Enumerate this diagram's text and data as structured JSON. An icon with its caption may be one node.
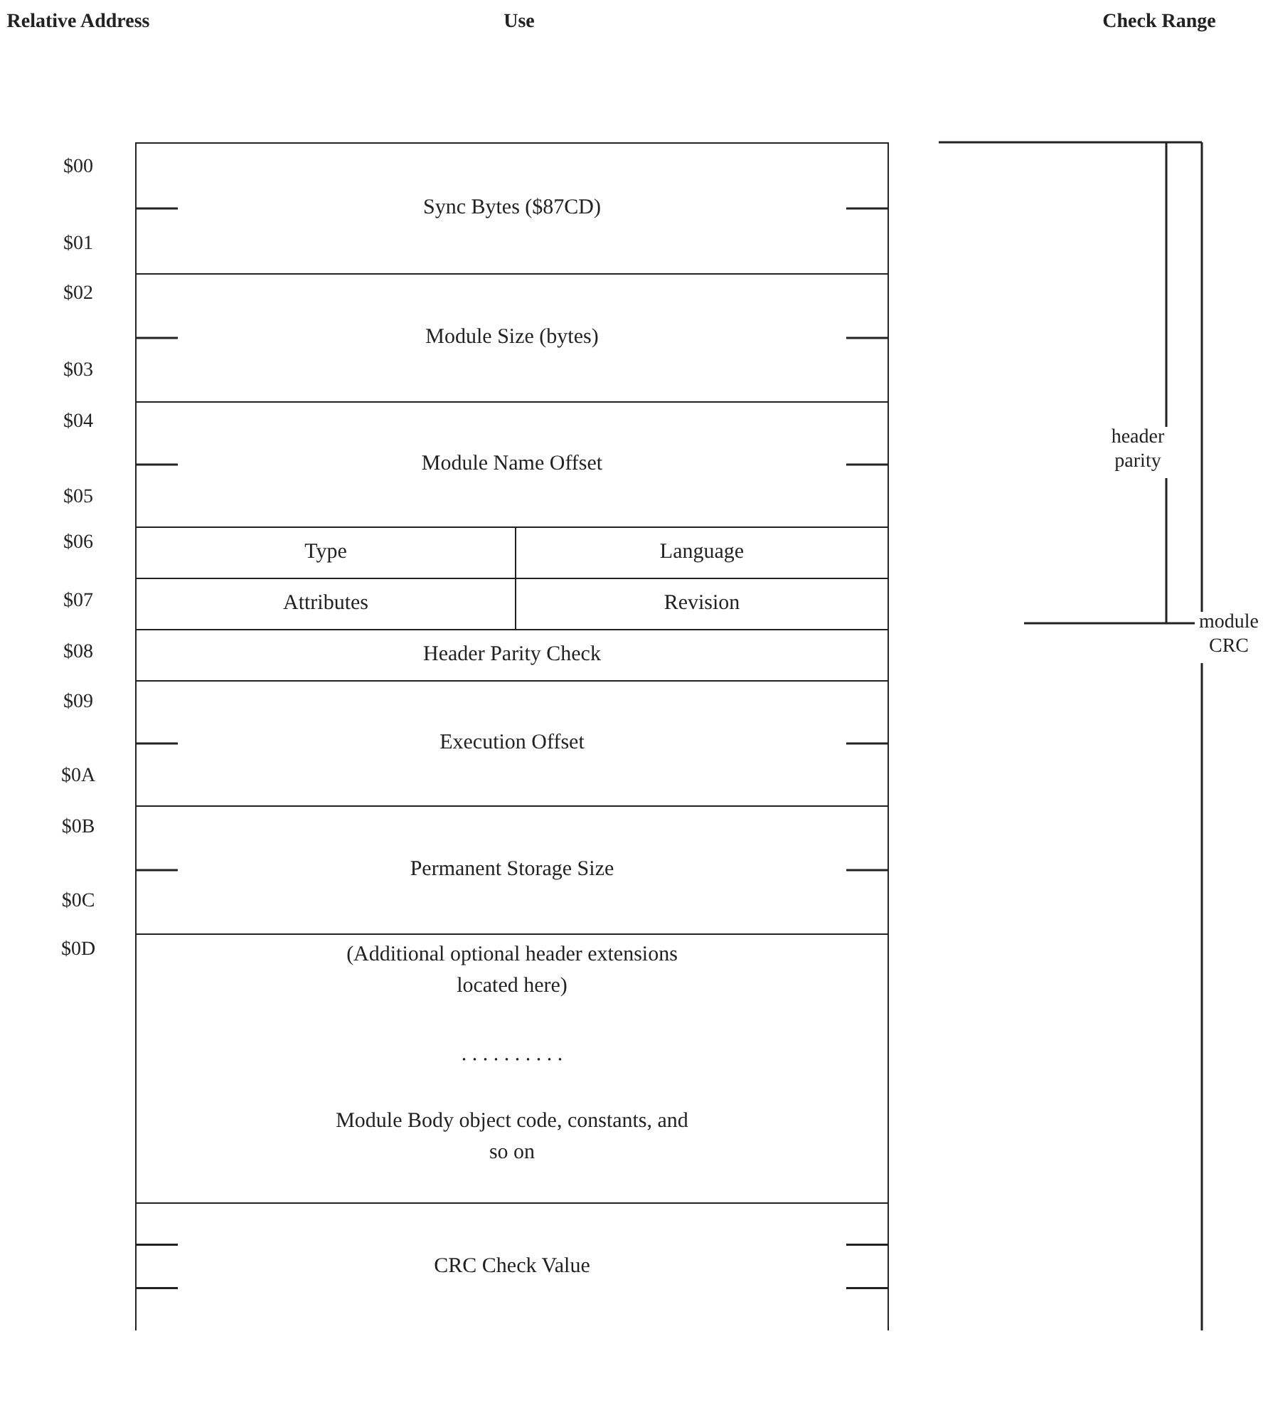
{
  "diagram": {
    "nodes": [
      {
        "text": [
          "Sync Bytes ($87CD)"
        ]
      },
      {
        "text": [
          "Module Size (bytes)"
        ]
      },
      {
        "text": [
          "Module Name Offset"
        ]
      },
      {
        "text": [
          "Type"
        ]
      },
      {
        "text": [
          "Language"
        ]
      },
      {
        "text": [
          "Attributes"
        ]
      },
      {
        "text": [
          "Revision"
        ]
      },
      {
        "text": [
          "Header Parity Check"
        ]
      },
      {
        "text": [
          "Execution Offset"
        ]
      },
      {
        "text": [
          "Permanent Storage Size"
        ]
      },
      {
        "text": [
          "(Additional optional header extensions located here)",
          ". . . . . . . . . .",
          "Module Body object code, constants, and so on"
        ]
      },
      {
        "text": [
          "CRC Check Value"
        ]
      }
    ],
    "labels": [
      "Relative Address",
      "Use",
      "Check Range",
      "$00",
      "$01",
      "$02",
      "$03",
      "$04",
      "$05",
      "$06",
      "$07",
      "$08",
      "$09",
      "$0A",
      "$0B",
      "$0C",
      "$0D",
      "header parity",
      "module CRC"
    ]
  }
}
